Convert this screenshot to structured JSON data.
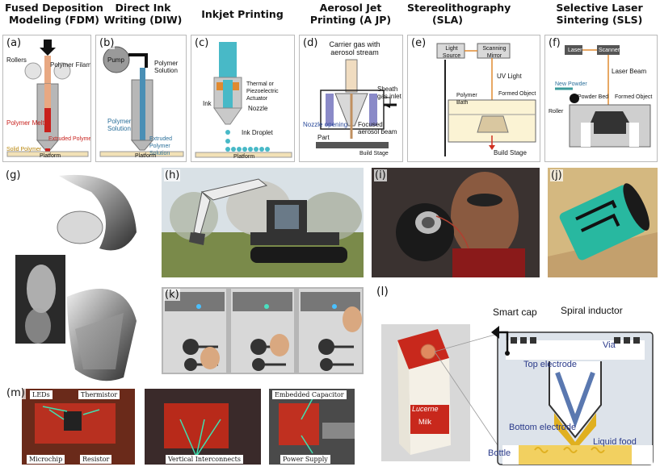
{
  "headers": {
    "fdm": "Fused Deposition Modeling (FDM)",
    "diw": "Direct Ink Writing (DIW)",
    "inkjet": "Inkjet Printing",
    "ajp": "Aerosol Jet Printing (A JP)",
    "sla": "Stereolithography (SLA)",
    "sls": "Selective Laser Sintering (SLS)"
  },
  "panels": {
    "a": {
      "label": "(a)",
      "filament": "Polymer Filament",
      "rollers": "Rollers",
      "melt": "Polymer Melt",
      "extruded": "Extruded Polymer Melt",
      "solid": "Solid Polymer",
      "platform": "Platform"
    },
    "b": {
      "label": "(b)",
      "pump": "Pump",
      "solution": "Polymer Solution",
      "solution2": "Polymer Solution",
      "extruded": "Extruded Polymer Solution",
      "platform": "Platform"
    },
    "c": {
      "label": "(c)",
      "actuator": "Thermal or Piezoelectric Actuator",
      "ink": "Ink",
      "nozzle": "Nozzle",
      "droplet": "Ink Droplet",
      "platform": "Platform"
    },
    "d": {
      "label": "(d)",
      "carrier": "Carrier gas with aerosol stream",
      "sheath": "Sheath gas inlet",
      "nozzle_opening": "Nozzle opening",
      "focused": "Focused aerosol beam",
      "part": "Part",
      "stage": "Build Stage"
    },
    "e": {
      "label": "(e)",
      "light": "Light Source",
      "mirror": "Scanning Mirror",
      "uv": "UV Light",
      "bath": "Polymer Bath",
      "formed": "Formed Object",
      "stage": "Build Stage"
    },
    "f": {
      "label": "(f)",
      "laser": "Laser",
      "scanner": "Scanner",
      "beam": "Laser Beam",
      "powder": "New Powder",
      "bed": "Powder Bed",
      "formed": "Formed Object",
      "roller": "Roller"
    },
    "g": {
      "label": "(g)"
    },
    "h": {
      "label": "(h)"
    },
    "i": {
      "label": "(i)"
    },
    "j": {
      "label": "(j)"
    },
    "k": {
      "label": "(k)"
    },
    "l": {
      "label": "(l)",
      "smart_cap": "Smart cap",
      "spiral": "Spiral inductor",
      "via": "Via",
      "top": "Top electrode",
      "bottom": "Bottom electrode",
      "bottle": "Bottle",
      "liquid": "Liquid food",
      "carton1": "Lucerne",
      "carton2": "Milk"
    },
    "m": {
      "label": "(m)",
      "leds": "LEDs",
      "thermistor": "Thermistor",
      "microchip": "Microchip",
      "resistor": "Resistor",
      "vertical": "Vertical Interconnects",
      "capacitor": "Embedded Capacitor",
      "power": "Power Supply"
    }
  },
  "colors": {
    "filament": "#e8a882",
    "melt": "#c8201c",
    "diw_blue": "#4a8fb5",
    "inkjet_cyan": "#48b9c7",
    "platform": "#f2e1b6",
    "sls_gray": "#cfcfcf",
    "jcyan": "#28b8a0",
    "food": "#e0b020",
    "cap_blue": "#5a78b0"
  }
}
